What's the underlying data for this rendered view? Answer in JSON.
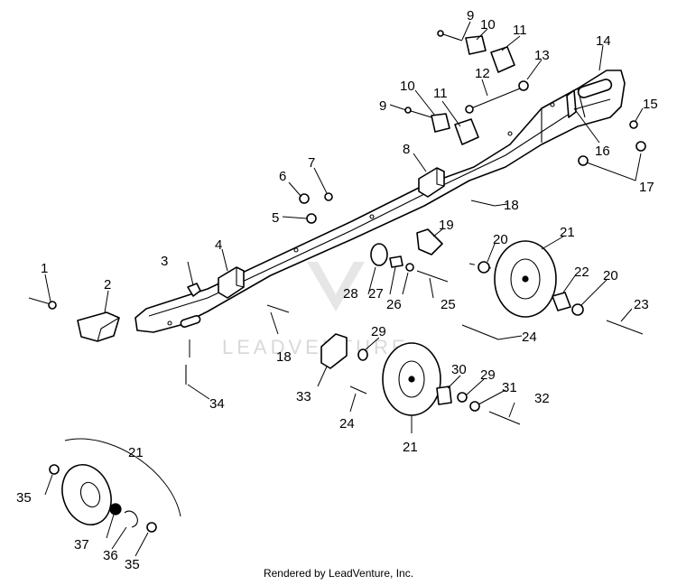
{
  "diagram": {
    "callouts": [
      "1",
      "2",
      "3",
      "4",
      "5",
      "6",
      "7",
      "8",
      "9",
      "10",
      "11",
      "12",
      "13",
      "14",
      "15",
      "16",
      "17",
      "18",
      "19",
      "20",
      "21",
      "22",
      "23",
      "24",
      "25",
      "26",
      "27",
      "28",
      "29",
      "30",
      "31",
      "32",
      "33",
      "34",
      "35",
      "36",
      "37"
    ],
    "watermark": "LEADVENTURE",
    "colors": {
      "line": "#000000",
      "background": "#ffffff",
      "watermark": "#d9d9d9"
    }
  },
  "footer": {
    "text": "Rendered by LeadVenture, Inc."
  }
}
